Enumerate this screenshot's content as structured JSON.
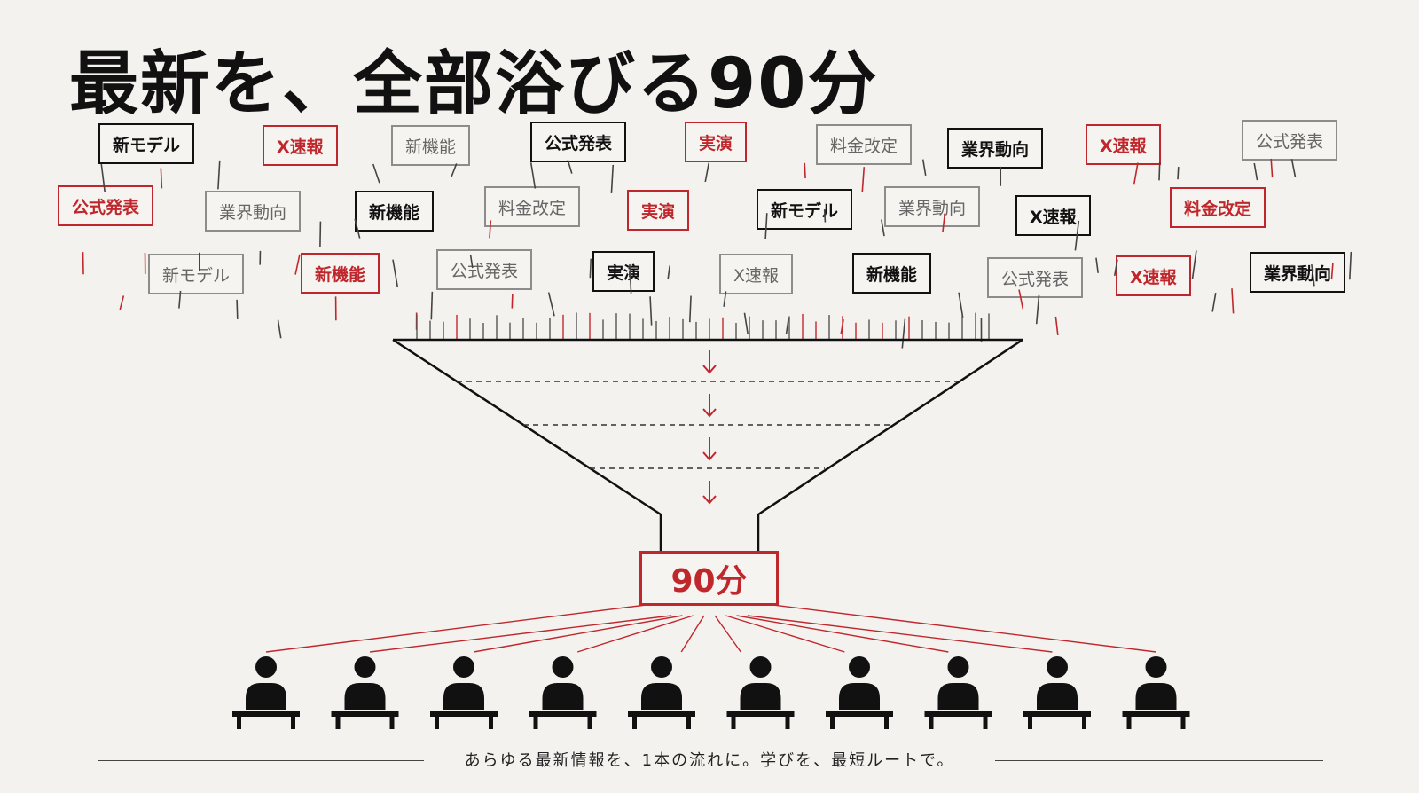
{
  "title": "最新を、全部浴びる90分",
  "tags": [
    {
      "label": "新モデル",
      "style": "black"
    },
    {
      "label": "X速報",
      "style": "red"
    },
    {
      "label": "新機能",
      "style": "gray"
    },
    {
      "label": "公式発表",
      "style": "black"
    },
    {
      "label": "実演",
      "style": "red"
    },
    {
      "label": "料金改定",
      "style": "gray"
    },
    {
      "label": "業界動向",
      "style": "black"
    },
    {
      "label": "X速報",
      "style": "red"
    },
    {
      "label": "公式発表",
      "style": "gray"
    },
    {
      "label": "公式発表",
      "style": "red"
    },
    {
      "label": "業界動向",
      "style": "gray"
    },
    {
      "label": "新機能",
      "style": "black"
    },
    {
      "label": "料金改定",
      "style": "gray"
    },
    {
      "label": "実演",
      "style": "red"
    },
    {
      "label": "新モデル",
      "style": "black"
    },
    {
      "label": "業界動向",
      "style": "gray"
    },
    {
      "label": "X速報",
      "style": "black"
    },
    {
      "label": "料金改定",
      "style": "red"
    },
    {
      "label": "新モデル",
      "style": "gray"
    },
    {
      "label": "新機能",
      "style": "red"
    },
    {
      "label": "公式発表",
      "style": "gray"
    },
    {
      "label": "実演",
      "style": "black"
    },
    {
      "label": "X速報",
      "style": "gray"
    },
    {
      "label": "新機能",
      "style": "black"
    },
    {
      "label": "公式発表",
      "style": "gray"
    },
    {
      "label": "X速報",
      "style": "red"
    },
    {
      "label": "業界動向",
      "style": "black"
    }
  ],
  "result": "90分",
  "audience_count": 10,
  "caption": "あらゆる最新情報を、1本の流れに。学びを、最短ルートで。",
  "colors": {
    "accent": "#c0272d",
    "ink": "#111111",
    "muted": "#8c8c8c",
    "background": "#f4f2ee"
  }
}
